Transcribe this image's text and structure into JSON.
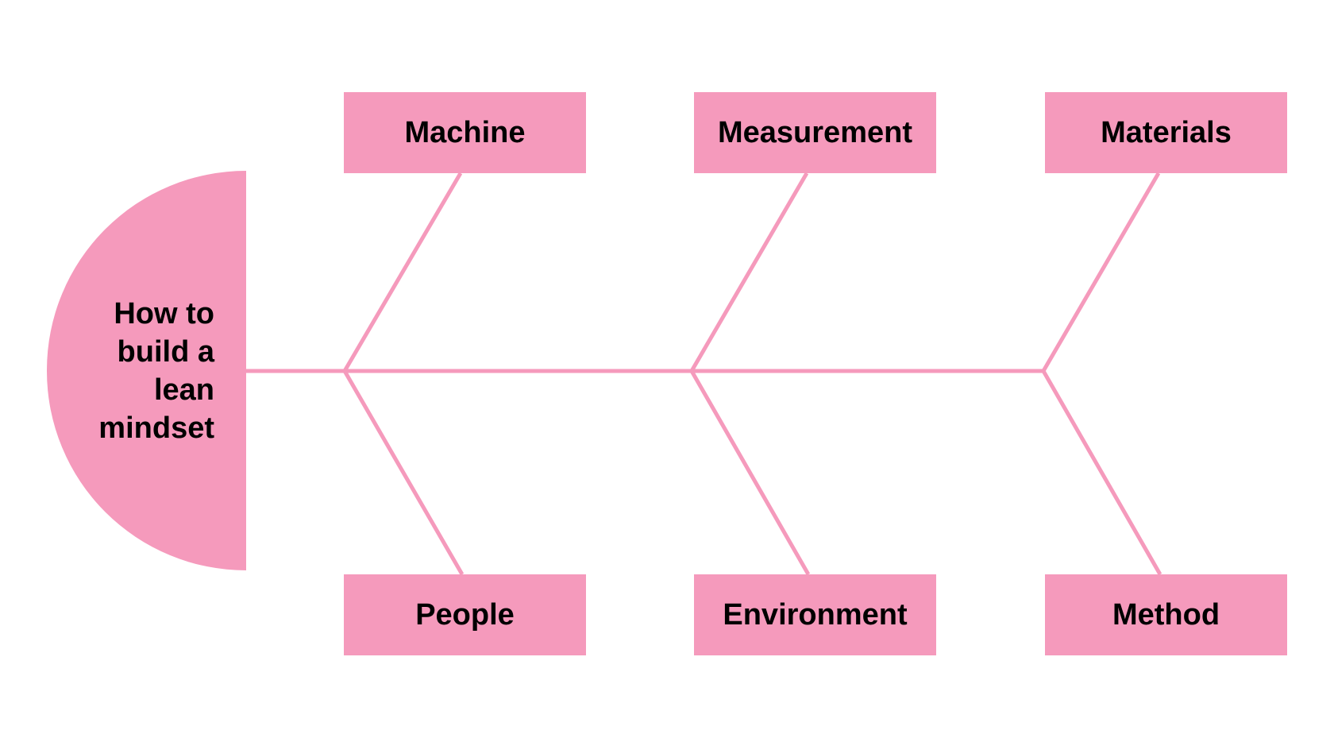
{
  "colors": {
    "accent": "#f59abc",
    "text": "#000000",
    "background": "#ffffff"
  },
  "head": {
    "label": "How to build a lean mindset"
  },
  "categories": {
    "machine": "Machine",
    "measurement": "Measurement",
    "materials": "Materials",
    "people": "People",
    "environment": "Environment",
    "method": "Method"
  }
}
